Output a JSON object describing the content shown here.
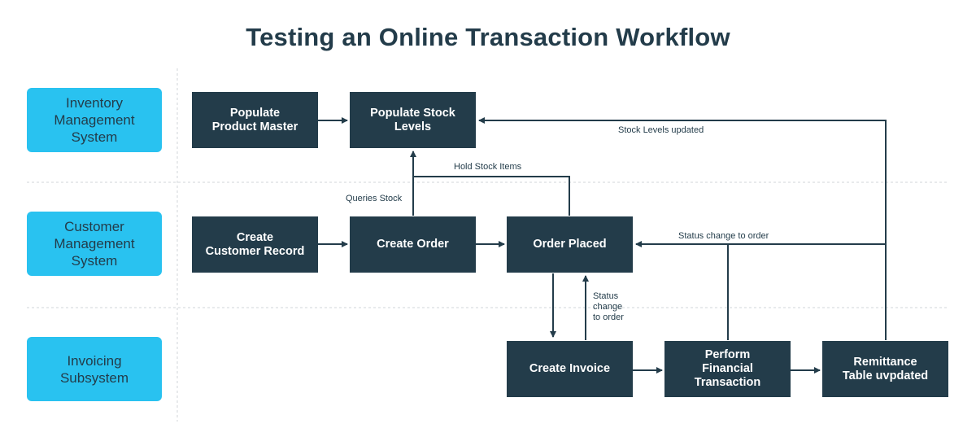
{
  "title": "Testing an Online Transaction Workflow",
  "lanes": [
    {
      "label": "Inventory\nManagement\nSystem"
    },
    {
      "label": "Customer\nManagement\nSystem"
    },
    {
      "label": "Invoicing\nSubsystem"
    }
  ],
  "nodes": {
    "populate_product_master": "Populate\nProduct Master",
    "populate_stock_levels": "Populate Stock\nLevels",
    "create_customer_record": "Create\nCustomer Record",
    "create_order": "Create Order",
    "order_placed": "Order Placed",
    "create_invoice": "Create Invoice",
    "perform_financial_transaction": "Perform\nFinancial\nTransaction",
    "remittance_table_updated": "Remittance\nTable uvpdated"
  },
  "edge_labels": {
    "stock_levels_updated": "Stock Levels updated",
    "hold_stock_items": "Hold Stock Items",
    "queries_stock": "Queries Stock",
    "status_change_to_order": "Status change to order",
    "status_change_to_order_vertical": "Status\nchange\nto order"
  },
  "colors": {
    "lane_label": "#29c2f0",
    "node": "#233c4a",
    "node_text": "#ffffff",
    "connector": "#233c4a",
    "divider": "#d0d4d8"
  }
}
